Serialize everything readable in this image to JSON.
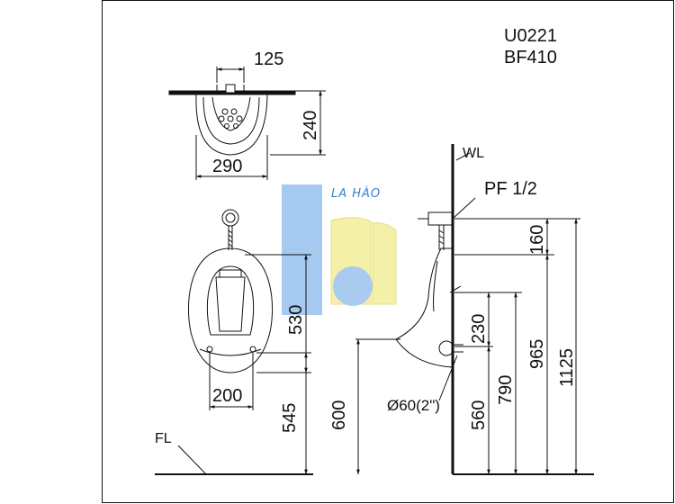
{
  "models": {
    "line1": "U0221",
    "line2": "BF410"
  },
  "watermark": {
    "text": "LA HÀO"
  },
  "colors": {
    "line": "#111111",
    "logo_blue": "#9cc3ee",
    "logo_yellow": "#f5f0a8",
    "logo_circle": "#a9cbef",
    "brand_text": "#3a7fd0"
  },
  "top_view": {
    "width_label": "125",
    "depth_label": "240",
    "overall_label": "290"
  },
  "front_view": {
    "height_label": "530",
    "outlet_spacing_label": "200",
    "floor_to_outlet_label": "545"
  },
  "side_view": {
    "wall_label": "WL",
    "inlet_label": "PF 1/2",
    "inlet_drop_label": "160",
    "gap_label": "230",
    "outlet_label": "Ø60(2\")",
    "floor_to_rim_label": "600",
    "outlet_height_label": "560",
    "spreader_height_label": "790",
    "rim_top_label": "965",
    "inlet_height_label": "1125"
  },
  "floor_label": "FL"
}
